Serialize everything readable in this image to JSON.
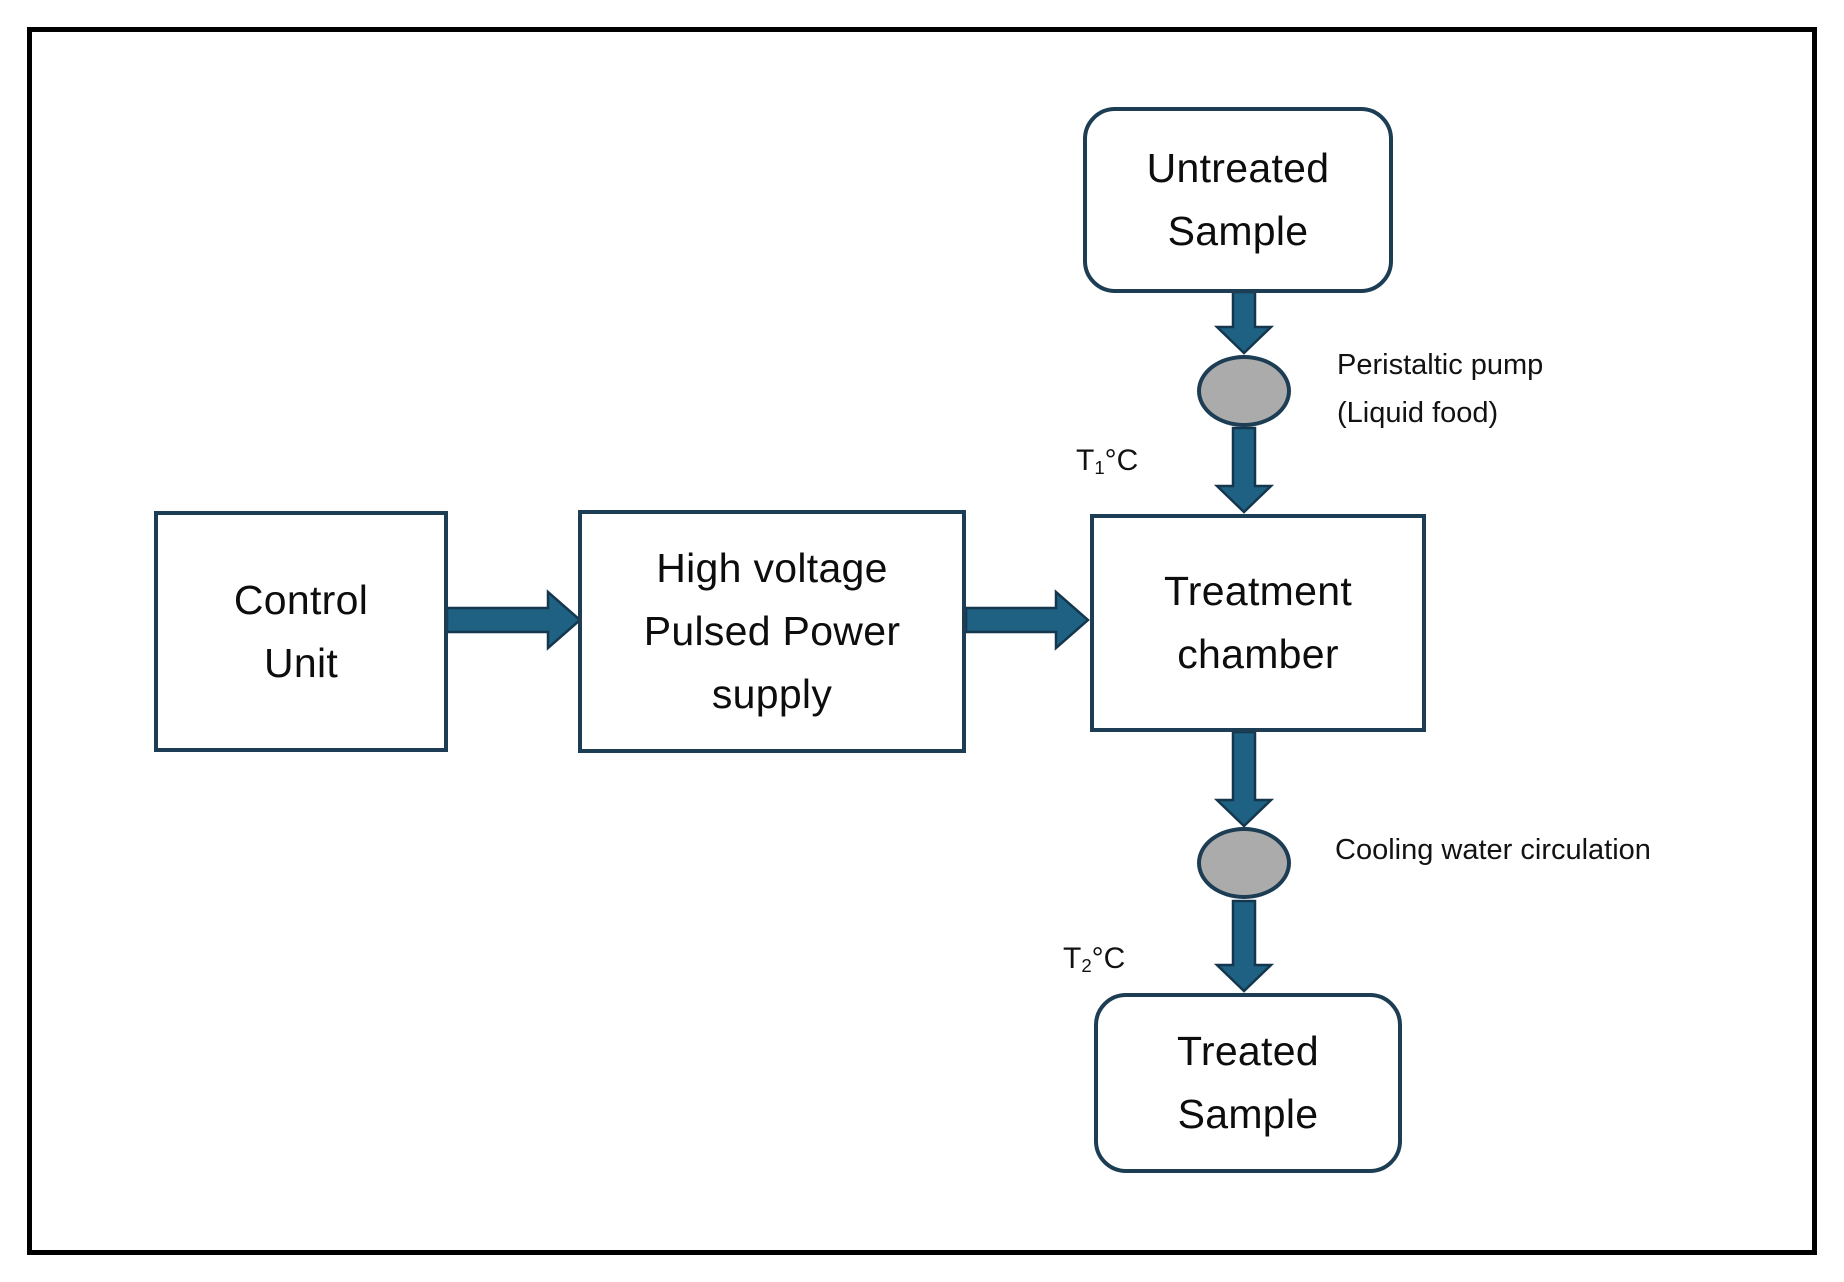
{
  "diagram": {
    "description": "Pulsed electric field liquid-food treatment process flow",
    "colors": {
      "frame": "#000000",
      "node_border": "#1C3D53",
      "node_fill": "#FFFFFF",
      "arrow_fill": "#1F6183",
      "arrow_outline": "#14374E",
      "pump_fill": "#ABABAB",
      "text": "#0D0D0D",
      "background": "#FFFFFF"
    },
    "nodes": {
      "untreated_sample": {
        "lines": [
          "Untreated",
          "Sample"
        ]
      },
      "control_unit": {
        "lines": [
          "Control",
          "Unit"
        ]
      },
      "hv_supply": {
        "lines": [
          "High voltage",
          "Pulsed Power",
          "supply"
        ]
      },
      "treatment_chamber": {
        "lines": [
          "Treatment",
          "chamber"
        ]
      },
      "treated_sample": {
        "lines": [
          "Treated",
          "Sample"
        ]
      }
    },
    "annotations": {
      "pump": {
        "lines": [
          "Peristaltic pump",
          "(Liquid food)"
        ]
      },
      "cooling": {
        "lines": [
          "Cooling water circulation"
        ]
      },
      "t1": {
        "prefix": "T",
        "sub": "1",
        "suffix": "°C"
      },
      "t2": {
        "prefix": "T",
        "sub": "2",
        "suffix": "°C"
      }
    },
    "flows": [
      "untreated-sample -> peristaltic-pump",
      "peristaltic-pump -> treatment-chamber",
      "control-unit -> hv-pulsed-power-supply",
      "hv-pulsed-power-supply -> treatment-chamber",
      "treatment-chamber -> cooling-water",
      "cooling-water -> treated-sample"
    ]
  }
}
